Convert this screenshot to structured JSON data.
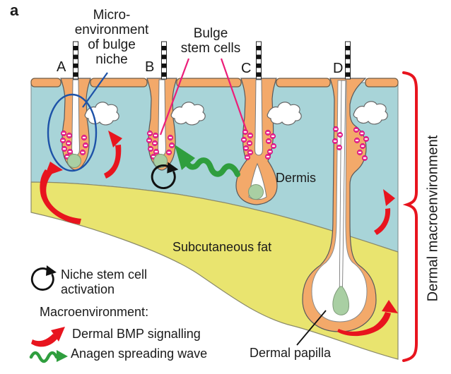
{
  "panel": {
    "label": "a"
  },
  "colors": {
    "dermis": "#a8d4d8",
    "fat": "#e9e46f",
    "epidermis": "#f3a96a",
    "outline": "#58595b",
    "red": "#e8141e",
    "green": "#2f9e3e",
    "papilla_green": "#a9cfa3",
    "papilla_stroke": "#7d9a78",
    "cell_pink": "#ee2e92",
    "cell_stroke": "#c6007e",
    "ellipse_blue": "#1d52a8",
    "pointer_pink": "#ec1e79",
    "text": "#1a1a1a"
  },
  "labels": {
    "micro_niche": "Micro-\nenvironment\nof bulge\nniche",
    "bulge_stem_cells": "Bulge\nstem cells",
    "follicle_a": "A",
    "follicle_b": "B",
    "follicle_c": "C",
    "follicle_d": "D",
    "dermis": "Dermis",
    "subcutaneous_fat": "Subcutaneous fat",
    "dermal_papilla": "Dermal papilla",
    "dermal_macroenvironment": "Dermal macroenvironment"
  },
  "legend": {
    "niche_activation": "Niche stem cell\nactivation",
    "macroenvironment_heading": "Macroenvironment:",
    "bmp": "Dermal BMP signalling",
    "anagen": "Anagen spreading wave"
  }
}
